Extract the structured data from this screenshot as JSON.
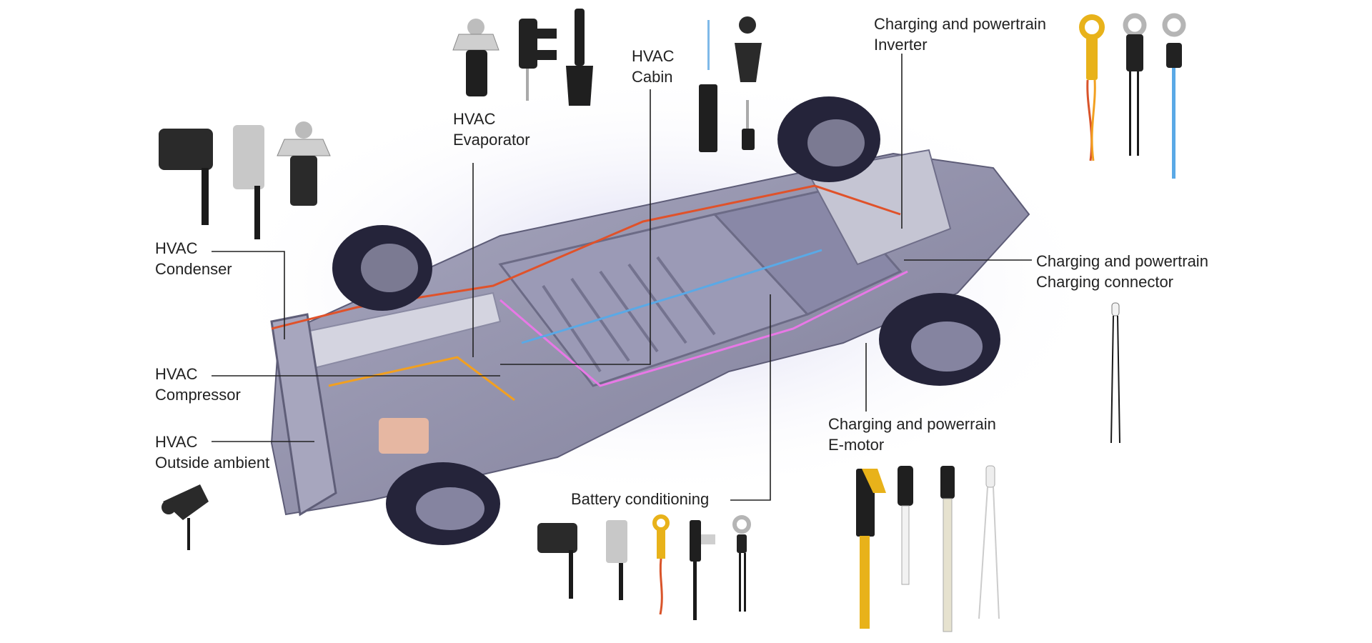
{
  "labels": {
    "hvac_condenser": {
      "line1": "HVAC",
      "line2": "Condenser"
    },
    "hvac_compressor": {
      "line1": "HVAC",
      "line2": "Compressor"
    },
    "hvac_outside_ambient": {
      "line1": "HVAC",
      "line2": "Outside ambient"
    },
    "hvac_evaporator": {
      "line1": "HVAC",
      "line2": "Evaporator"
    },
    "hvac_cabin": {
      "line1": "HVAC",
      "line2": "Cabin"
    },
    "inverter": {
      "line1": "Charging and powertrain",
      "line2": "Inverter"
    },
    "charging_connector": {
      "line1": "Charging and powertrain",
      "line2": "Charging connector"
    },
    "e_motor": {
      "line1": "Charging and powerrain",
      "line2": "E-motor"
    },
    "battery_conditioning": {
      "line1": "Battery conditioning"
    }
  },
  "colors": {
    "chassis": "#8f8ea8",
    "chassis_dark": "#5f5e78",
    "tire": "#25243a",
    "sensor_dark": "#2a2a2a",
    "sensor_yellow": "#e8b21a",
    "sensor_silver": "#c8c8c8",
    "wire_blue": "#5aa9e6",
    "leader_line": "#222222"
  }
}
